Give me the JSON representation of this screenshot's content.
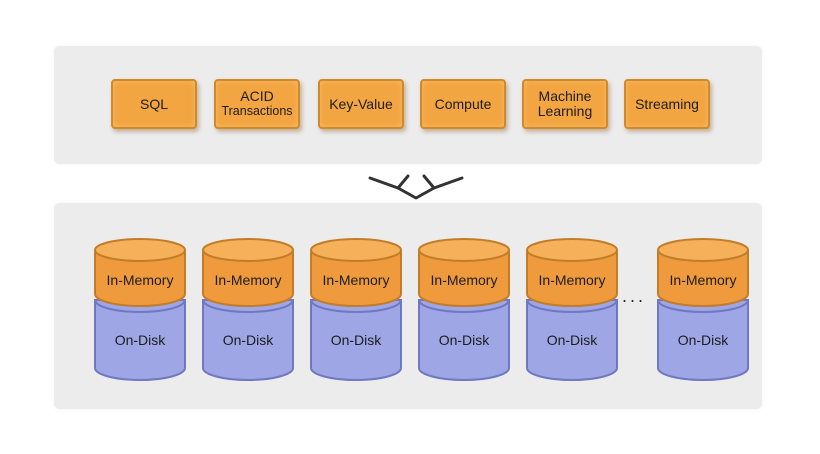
{
  "features": [
    {
      "line1": "SQL",
      "line2": ""
    },
    {
      "line1": "ACID",
      "line2": "Transactions"
    },
    {
      "line1": "Key-Value",
      "line2": ""
    },
    {
      "line1": "Compute",
      "line2": ""
    },
    {
      "line1": "Machine",
      "line2": "Learning"
    },
    {
      "line1": "Streaming",
      "line2": ""
    }
  ],
  "nodes": [
    {
      "memory": "In-Memory",
      "disk": "On-Disk"
    },
    {
      "memory": "In-Memory",
      "disk": "On-Disk"
    },
    {
      "memory": "In-Memory",
      "disk": "On-Disk"
    },
    {
      "memory": "In-Memory",
      "disk": "On-Disk"
    },
    {
      "memory": "In-Memory",
      "disk": "On-Disk"
    },
    {
      "memory": "In-Memory",
      "disk": "On-Disk"
    }
  ],
  "ellipsis": "...",
  "colors": {
    "feature_fill": "#f2a540",
    "memory_fill": "#ef9a3c",
    "disk_fill": "#9ea6e6",
    "panel": "#ececec"
  }
}
